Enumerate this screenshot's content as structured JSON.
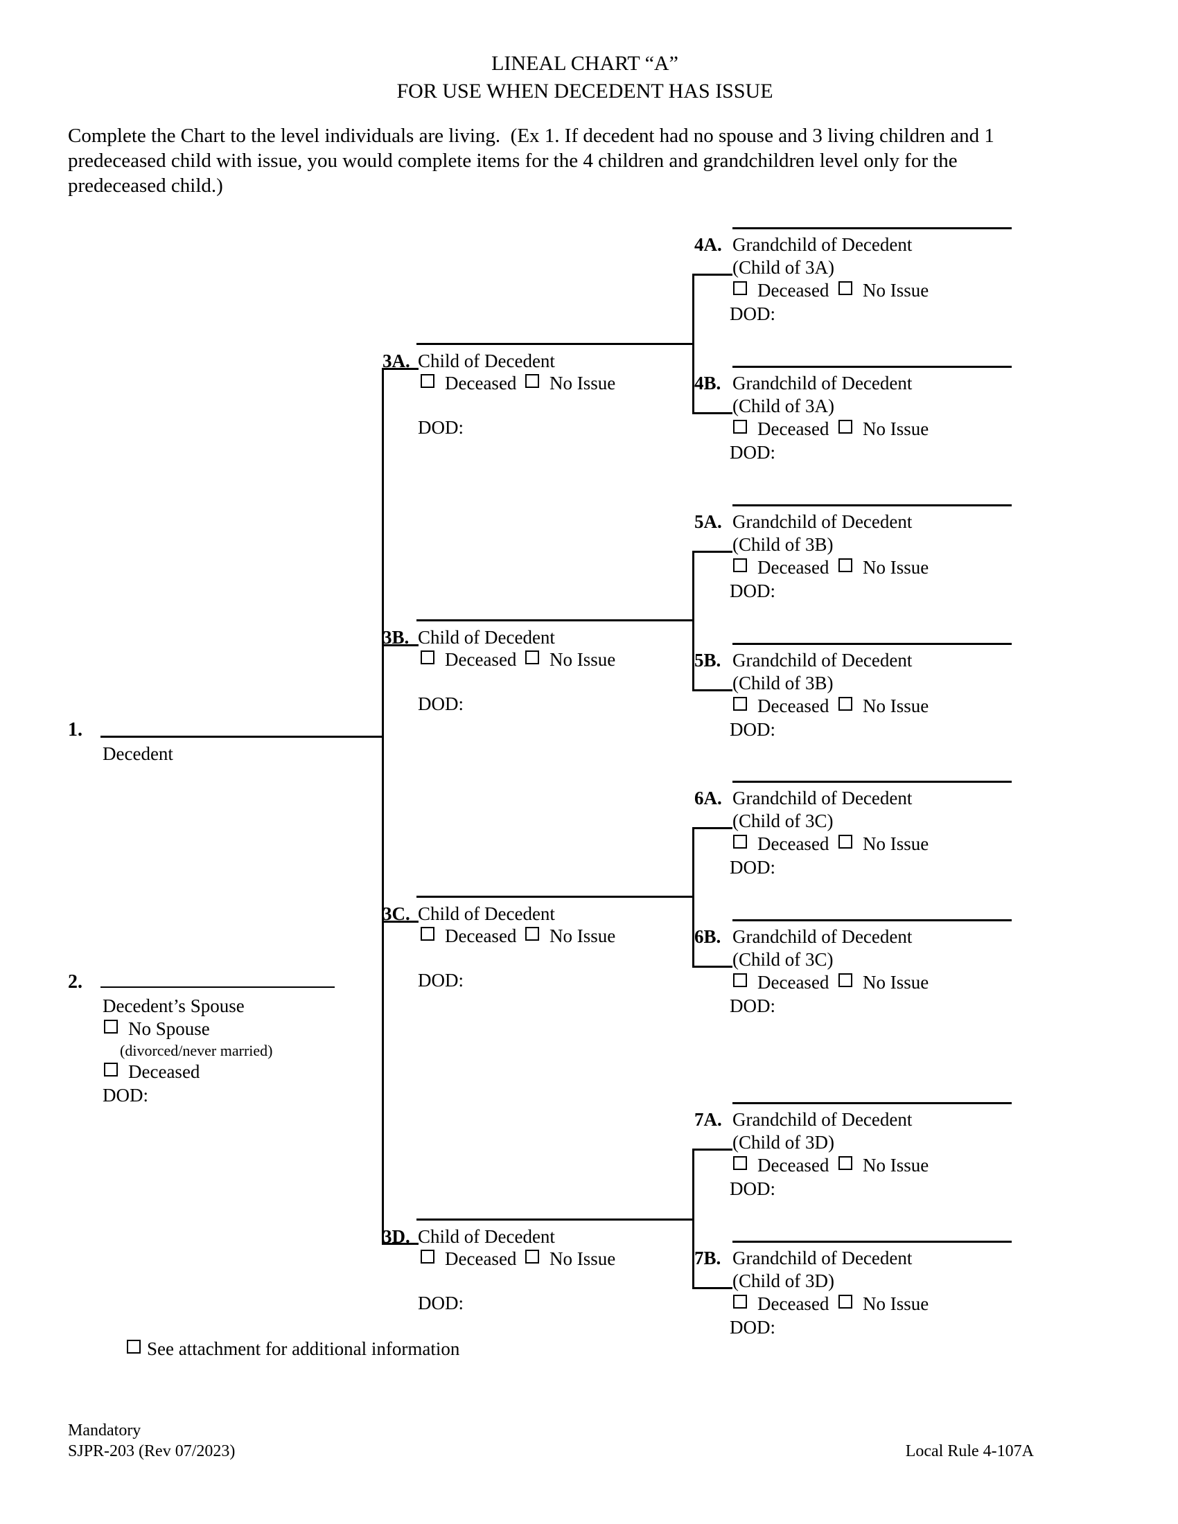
{
  "title": {
    "line1": "LINEAL CHART “A”",
    "line2": "FOR USE WHEN DECEDENT HAS ISSUE"
  },
  "instructions": {
    "line1": "Complete the Chart to the level individuals are living.  (Ex 1. If decedent had no spouse and 3 living children and 1",
    "line2": "predeceased child with issue, you would complete items for the 4 children and grandchildren level only for the",
    "line3": "predeceased child.)"
  },
  "decedent": {
    "num": "1.",
    "name": "Decedent"
  },
  "spouse": {
    "num": "2.",
    "name": "Decedent’s Spouse",
    "no_spouse": "No Spouse",
    "note": "(divorced/never married)",
    "deceased": "Deceased",
    "dod": "DOD:"
  },
  "children": [
    {
      "num": "3A.",
      "name": "Child of Decedent",
      "deceased": "Deceased",
      "no_issue": "No Issue",
      "dod": "DOD:"
    },
    {
      "num": "3B.",
      "name": "Child of Decedent",
      "deceased": "Deceased",
      "no_issue": "No Issue",
      "dod": "DOD:"
    },
    {
      "num": "3C.",
      "name": "Child of Decedent",
      "deceased": "Deceased",
      "no_issue": "No Issue",
      "dod": "DOD:"
    },
    {
      "num": "3D.",
      "name": "Child of Decedent",
      "deceased": "Deceased",
      "no_issue": "No Issue",
      "dod": "DOD:"
    }
  ],
  "grandchildren": [
    {
      "num": "4A.",
      "name": "Grandchild of Decedent",
      "parent": "(Child of 3A)",
      "deceased": "Deceased",
      "no_issue": "No Issue",
      "dod": "DOD:"
    },
    {
      "num": "4B.",
      "name": "Grandchild of Decedent",
      "parent": "(Child of 3A)",
      "deceased": "Deceased",
      "no_issue": "No Issue",
      "dod": "DOD:"
    },
    {
      "num": "5A.",
      "name": "Grandchild of Decedent",
      "parent": "(Child of 3B)",
      "deceased": "Deceased",
      "no_issue": "No Issue",
      "dod": "DOD:"
    },
    {
      "num": "5B.",
      "name": "Grandchild of Decedent",
      "parent": "(Child of 3B)",
      "deceased": "Deceased",
      "no_issue": "No Issue",
      "dod": "DOD:"
    },
    {
      "num": "6A.",
      "name": "Grandchild of Decedent",
      "parent": "(Child of 3C)",
      "deceased": "Deceased",
      "no_issue": "No Issue",
      "dod": "DOD:"
    },
    {
      "num": "6B.",
      "name": "Grandchild of Decedent",
      "parent": "(Child of 3C)",
      "deceased": "Deceased",
      "no_issue": "No Issue",
      "dod": "DOD:"
    },
    {
      "num": "7A.",
      "name": "Grandchild of Decedent",
      "parent": "(Child of 3D)",
      "deceased": "Deceased",
      "no_issue": "No Issue",
      "dod": "DOD:"
    },
    {
      "num": "7B.",
      "name": "Grandchild of Decedent",
      "parent": "(Child of 3D)",
      "deceased": "Deceased",
      "no_issue": "No Issue",
      "dod": "DOD:"
    }
  ],
  "attachment": {
    "label": "See attachment for additional information"
  },
  "footer": {
    "mandatory": "Mandatory",
    "form_number": "SJPR-203 (Rev 07/2023)",
    "local_rule": "Local Rule 4-107A"
  },
  "colors": {
    "ink": "#000000",
    "paper": "#ffffff"
  }
}
